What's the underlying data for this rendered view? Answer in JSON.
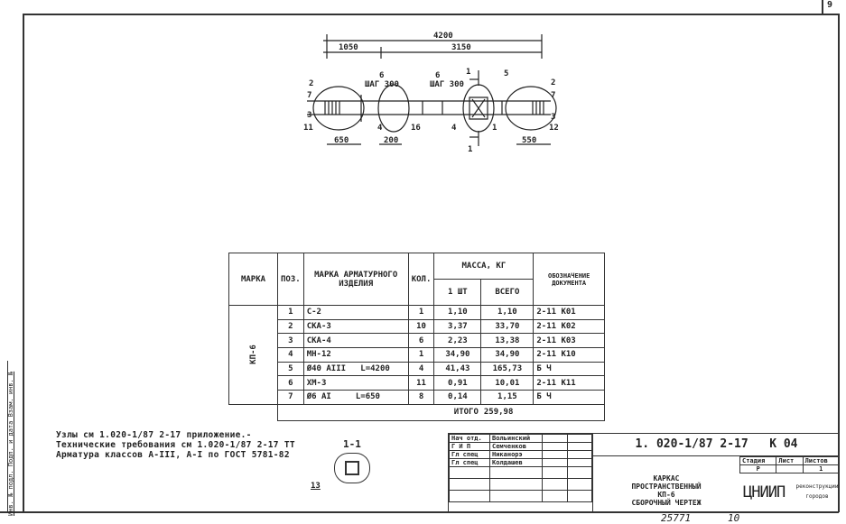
{
  "page_number": "9",
  "margin_stamp": "Инв. № подл. Подп. и дата Взам. инв. №",
  "drawing": {
    "dims": [
      "4200",
      "1050",
      "3150",
      "650",
      "200",
      "550"
    ],
    "labels": [
      "2",
      "7",
      "3",
      "11",
      "6",
      "ШАГ 300",
      "6",
      "ШАГ 300",
      "1",
      "5",
      "2",
      "7",
      "3",
      "12",
      "4",
      "16",
      "4",
      "1",
      "1"
    ]
  },
  "table": {
    "headers": {
      "marka": "МАРКА",
      "poz": "ПОЗ.",
      "item": "МАРКА АРМАТУРНОГО ИЗДЕЛИЯ",
      "qty": "КОЛ.",
      "mass": "МАССА, КГ",
      "mass_one": "1 ШТ",
      "mass_total": "ВСЕГО",
      "doc": "ОБОЗНАЧЕНИЕ ДОКУМЕНТА"
    },
    "group": "КП-6",
    "rows": [
      {
        "poz": "1",
        "item": "С-2",
        "qty": "1",
        "one": "1,10",
        "total": "1,10",
        "doc": "2-11 К01"
      },
      {
        "poz": "2",
        "item": "СКА-3",
        "qty": "10",
        "one": "3,37",
        "total": "33,70",
        "doc": "2-11 К02"
      },
      {
        "poz": "3",
        "item": "СКА-4",
        "qty": "6",
        "one": "2,23",
        "total": "13,38",
        "doc": "2-11 К03"
      },
      {
        "poz": "4",
        "item": "МН-12",
        "qty": "1",
        "one": "34,90",
        "total": "34,90",
        "doc": "2-11 К10"
      },
      {
        "poz": "5",
        "item": "Ø40 АIII   L=4200",
        "qty": "4",
        "one": "41,43",
        "total": "165,73",
        "doc": "Б Ч"
      },
      {
        "poz": "6",
        "item": "ХМ-3",
        "qty": "11",
        "one": "0,91",
        "total": "10,01",
        "doc": "2-11 К11"
      },
      {
        "poz": "7",
        "item": "Ø6 АI     L=650",
        "qty": "8",
        "one": "0,14",
        "total": "1,15",
        "doc": "Б Ч"
      }
    ],
    "total_label": "ИТОГО",
    "total_value": "259,98"
  },
  "notes": [
    "Узлы см 1.020-1/87 2-17 приложение.-",
    "Технические требования см 1.020-1/87 2-17 ТТ",
    "Арматура классов А-III, А-I по ГОСТ 5781-82"
  ],
  "section": {
    "title": "1-1",
    "callout": "13"
  },
  "title_block": {
    "code": "1. 020-1/87 2-17   К 04",
    "staff": [
      [
        "Нач отд.",
        "Вольинский"
      ],
      [
        "Г И П",
        "Семченков"
      ],
      [
        "Гл спец",
        "Никанорэ"
      ],
      [
        "Гл спец",
        "Колдашев"
      ]
    ],
    "description": [
      "КАРКАС",
      "ПРОСТРАНСТВЕННЫЙ",
      "КП-6",
      "СБОРОЧНЫЙ ЧЕРТЕЖ"
    ],
    "stage_label": "Стадия",
    "sheet_label": "Лист",
    "sheets_label": "Листов",
    "stage": "Р",
    "sheets": "1",
    "org_logo": "ЦНИИП",
    "org_name": "реконструкции городов"
  },
  "footer": {
    "number": "25771",
    "num2": "10"
  }
}
